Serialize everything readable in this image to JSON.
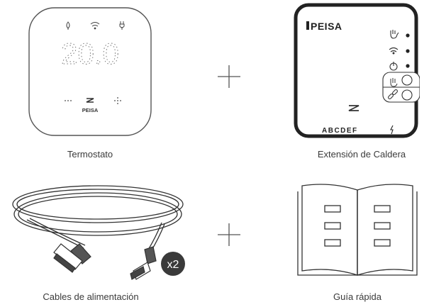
{
  "items": [
    {
      "caption": "Termostato"
    },
    {
      "caption": "Extensión de Caldera"
    },
    {
      "caption": "Cables de alimentación"
    },
    {
      "caption": "Guía rápida"
    }
  ],
  "thermostat": {
    "display": "20.0",
    "brand": "PEISA"
  },
  "boiler_ext": {
    "brand": "PEISA",
    "code": "ABCDEF"
  },
  "cables": {
    "quantity": "x2"
  }
}
